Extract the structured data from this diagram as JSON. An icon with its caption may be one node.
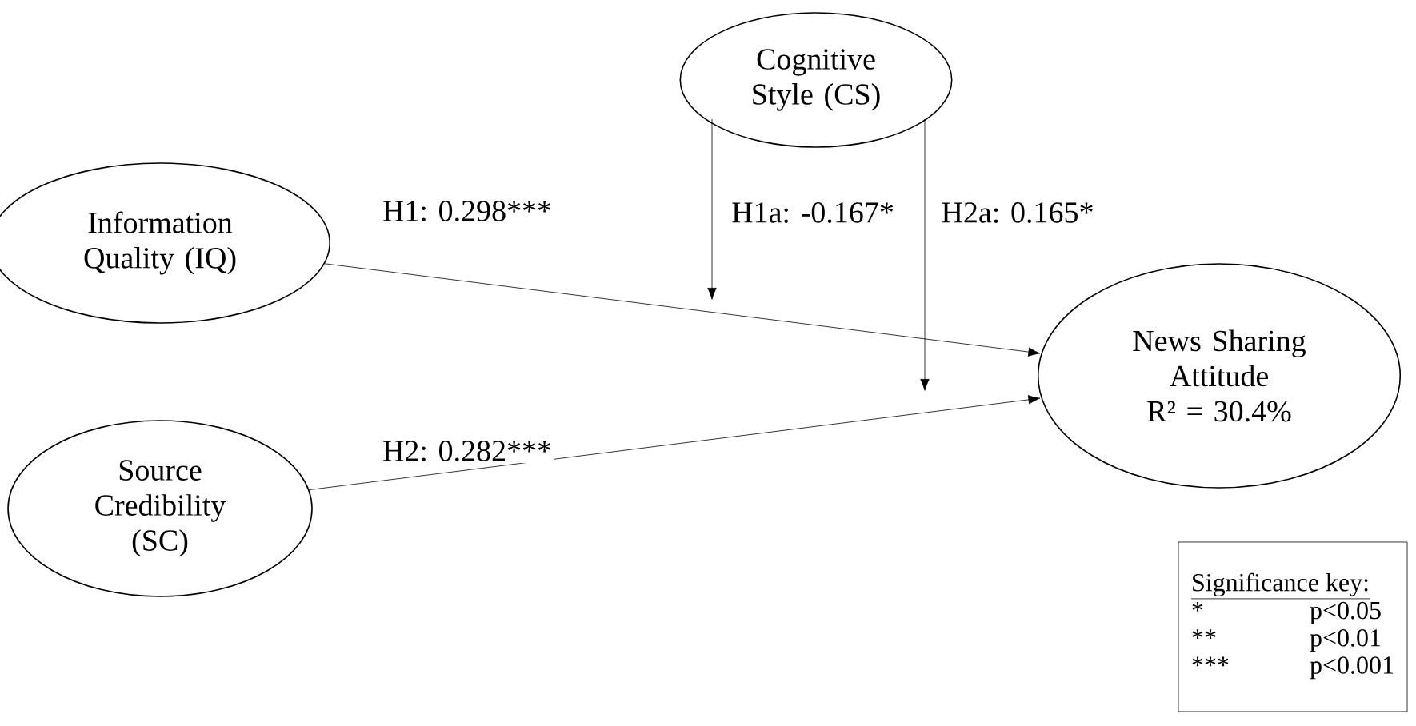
{
  "diagram": {
    "nodes": [
      {
        "text": [
          "Cognitive Style (CS)"
        ]
      },
      {
        "text": [
          "Information Quality (IQ)"
        ]
      },
      {
        "text": [
          "News Sharing Attitude",
          "R² = 30.4%"
        ]
      },
      {
        "text": [
          "Source Credibility (SC)"
        ]
      },
      {
        "text": [
          "Significance key:",
          "*",
          "p<0.05",
          "**",
          "p<0.01",
          "***",
          "p<0.001"
        ]
      }
    ],
    "edges": [
      {
        "from": 1,
        "to": 2,
        "arrow": "to",
        "label": "H1: 0.298***"
      },
      {
        "from": 3,
        "to": 2,
        "arrow": "to",
        "label": "H2: 0.282***"
      },
      {
        "from": 0,
        "to": null,
        "arrow": "to",
        "label": "H1a: -0.167*"
      },
      {
        "from": 0,
        "to": null,
        "arrow": "to",
        "label": "H2a: 0.165*"
      }
    ]
  }
}
